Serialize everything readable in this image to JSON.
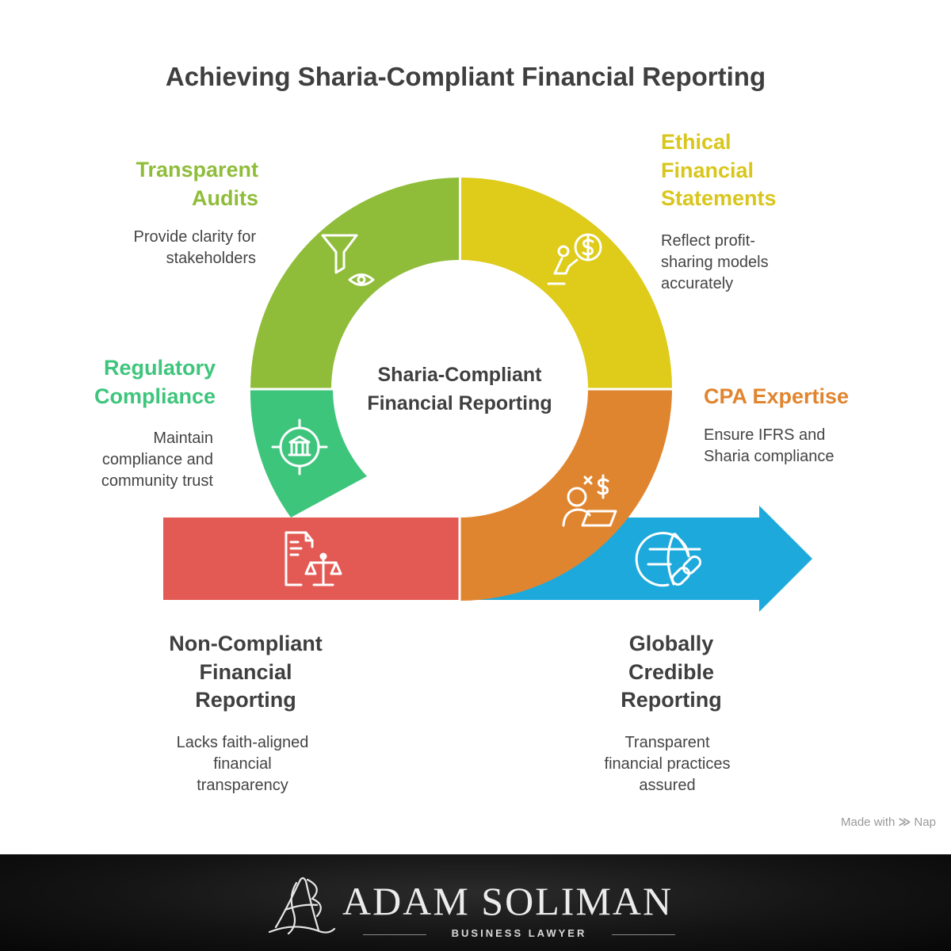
{
  "title": "Achieving Sharia-Compliant Financial Reporting",
  "center": {
    "line1": "Sharia-Compliant",
    "line2": "Financial Reporting"
  },
  "segments": {
    "transparent_audits": {
      "heading": [
        "Transparent",
        "Audits"
      ],
      "description": [
        "Provide clarity for",
        "stakeholders"
      ],
      "color": "#8fbd3a",
      "icon": "funnel-eye-icon"
    },
    "ethical_statements": {
      "heading": [
        "Ethical",
        "Financial",
        "Statements"
      ],
      "description": [
        "Reflect profit-",
        "sharing models",
        "accurately"
      ],
      "color": "#decb1a",
      "icon": "person-coin-icon"
    },
    "regulatory_compliance": {
      "heading": [
        "Regulatory",
        "Compliance"
      ],
      "description": [
        "Maintain",
        "compliance and",
        "community trust"
      ],
      "color": "#3ec57c",
      "icon": "bank-target-icon"
    },
    "cpa_expertise": {
      "heading": [
        "CPA Expertise"
      ],
      "description": [
        "Ensure IFRS and",
        "Sharia compliance"
      ],
      "color": "#e0852f",
      "icon": "accountant-laptop-icon"
    },
    "non_compliant": {
      "heading": [
        "Non-Compliant",
        "Financial",
        "Reporting"
      ],
      "description": [
        "Lacks faith-aligned",
        "financial",
        "transparency"
      ],
      "color": "#e35a55",
      "icon": "document-scales-icon"
    },
    "globally_credible": {
      "heading": [
        "Globally",
        "Credible",
        "Reporting"
      ],
      "description": [
        "Transparent",
        "financial practices",
        "assured"
      ],
      "color": "#1ea9dc",
      "icon": "globe-link-icon"
    }
  },
  "made_with": "Made with",
  "made_with_brand": "Nap",
  "footer": {
    "name": "ADAM SOLIMAN",
    "subtitle": "BUSINESS LAWYER",
    "logo": "AS"
  }
}
